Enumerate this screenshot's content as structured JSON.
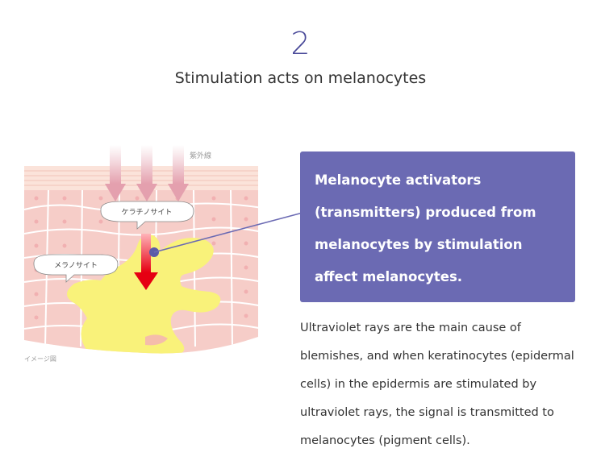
{
  "step": {
    "number": "2",
    "title": "Stimulation acts on melanocytes"
  },
  "illustration": {
    "uv_label": "紫外線",
    "keratinocyte_label": "ケラチノサイト",
    "melanocyte_label": "メラノサイト",
    "caption": "イメージ図",
    "colors": {
      "skin": "#f7d3cf",
      "stratum": "#fae6dc",
      "cell_line": "#ffffff",
      "melanocyte": "#f8f37e",
      "uv_arrow": "#e8a6b3",
      "signal_arrow": "#e60012",
      "dot": "#5b5ba8"
    }
  },
  "callout": {
    "text": "Melanocyte activators (transmitters) produced from melanocytes by stimulation affect melanocytes."
  },
  "body": {
    "text": "Ultraviolet rays are the main cause of blemishes, and when keratinocytes (epidermal cells) in the epidermis are stimulated by ultraviolet rays, the signal is transmitted to melanocytes (pigment cells)."
  }
}
